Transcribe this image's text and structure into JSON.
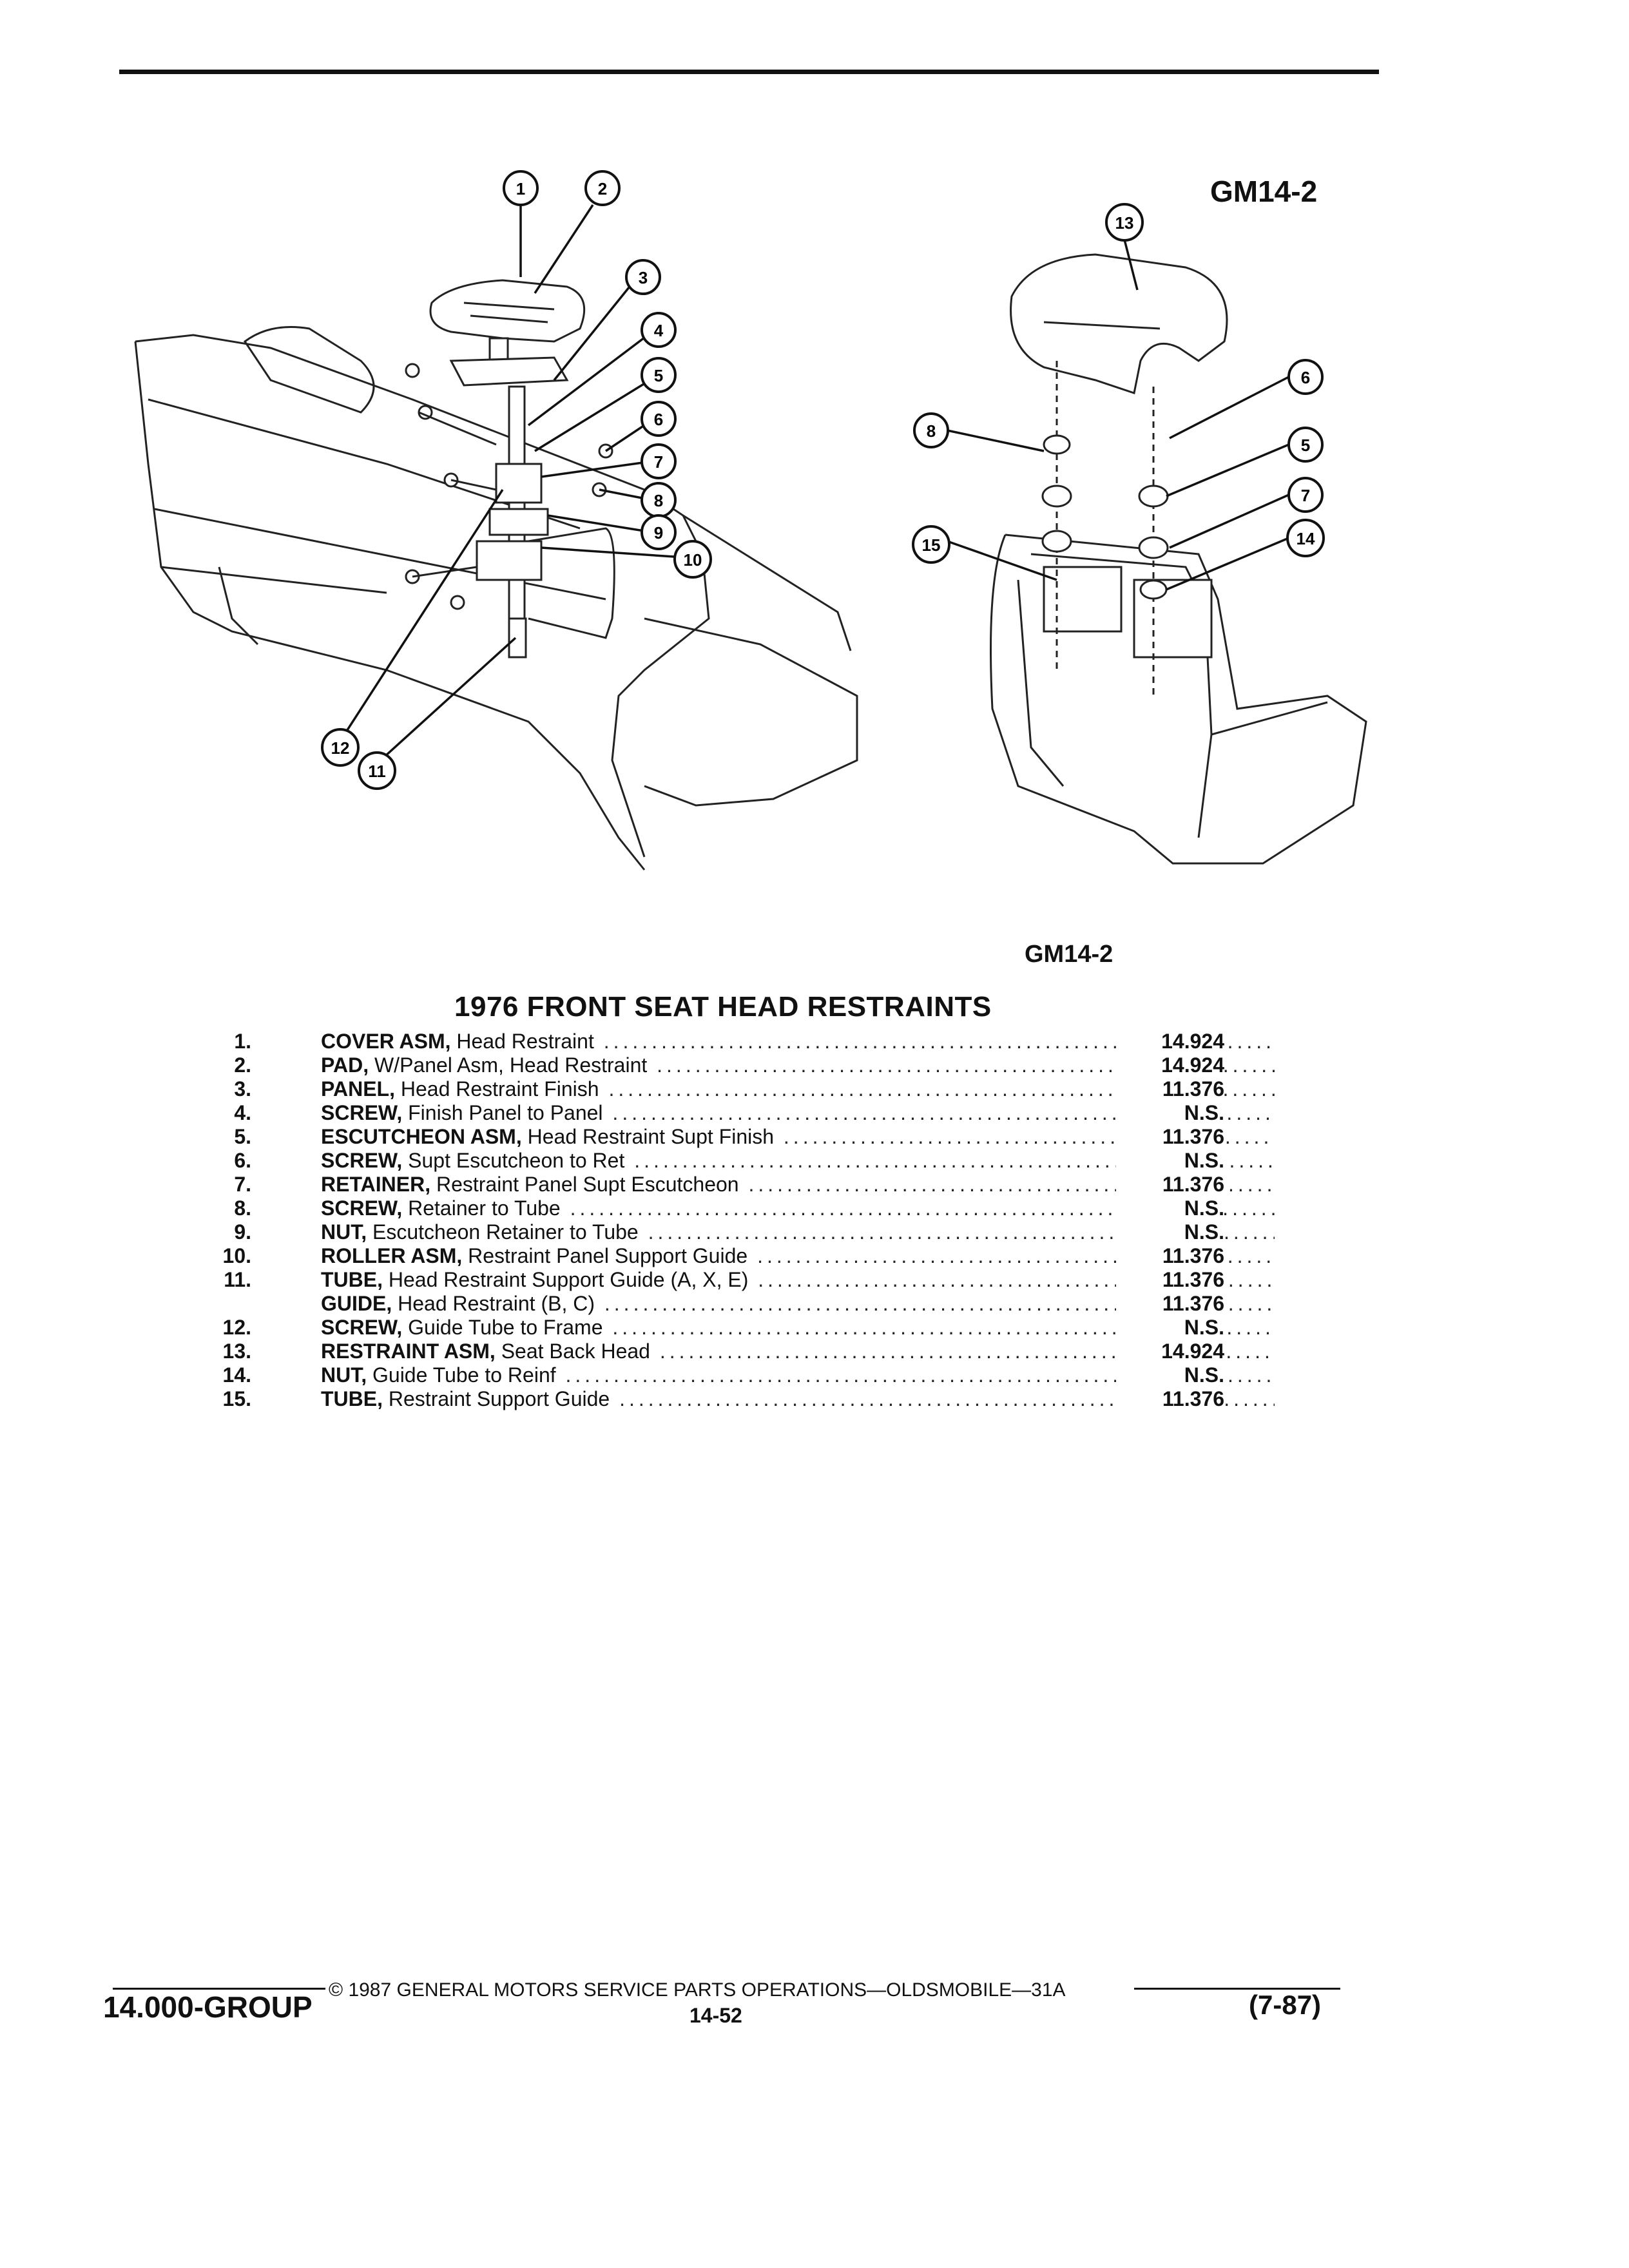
{
  "figure": {
    "code_top": "GM14-2",
    "code_mid": "GM14-2",
    "left_callouts": [
      "1",
      "2",
      "3",
      "4",
      "5",
      "6",
      "7",
      "8",
      "9",
      "10",
      "12",
      "11"
    ],
    "right_callouts": [
      "13",
      "6",
      "8",
      "5",
      "7",
      "15",
      "14"
    ]
  },
  "title": "1976 FRONT SEAT HEAD RESTRAINTS",
  "parts": [
    {
      "num": "1.",
      "name": "COVER ASM,",
      "desc": "Head Restraint",
      "price": "14.924"
    },
    {
      "num": "2.",
      "name": "PAD,",
      "desc": "W/Panel Asm, Head Restraint",
      "price": "14.924"
    },
    {
      "num": "3.",
      "name": "PANEL,",
      "desc": "Head Restraint Finish",
      "price": "11.376"
    },
    {
      "num": "4.",
      "name": "SCREW,",
      "desc": "Finish Panel to Panel",
      "price": "N.S."
    },
    {
      "num": "5.",
      "name": "ESCUTCHEON ASM,",
      "desc": "Head Restraint Supt Finish",
      "price": "11.376"
    },
    {
      "num": "6.",
      "name": "SCREW,",
      "desc": "Supt Escutcheon to Ret",
      "price": "N.S."
    },
    {
      "num": "7.",
      "name": "RETAINER,",
      "desc": "Restraint Panel Supt Escutcheon",
      "price": "11.376"
    },
    {
      "num": "8.",
      "name": "SCREW,",
      "desc": "Retainer to Tube",
      "price": "N.S."
    },
    {
      "num": "9.",
      "name": "NUT,",
      "desc": "Escutcheon Retainer to Tube",
      "price": "N.S."
    },
    {
      "num": "10.",
      "name": "ROLLER ASM,",
      "desc": "Restraint Panel Support Guide",
      "price": "11.376"
    },
    {
      "num": "11.",
      "name": "TUBE,",
      "desc": "Head Restraint Support Guide (A, X, E)",
      "price": "11.376"
    },
    {
      "num": "",
      "name": "GUIDE,",
      "desc": "Head Restraint (B, C)",
      "price": "11.376"
    },
    {
      "num": "12.",
      "name": "SCREW,",
      "desc": "Guide Tube to Frame",
      "price": "N.S."
    },
    {
      "num": "13.",
      "name": "RESTRAINT ASM,",
      "desc": "Seat Back Head",
      "price": "14.924"
    },
    {
      "num": "14.",
      "name": "NUT,",
      "desc": "Guide Tube to Reinf",
      "price": "N.S."
    },
    {
      "num": "15.",
      "name": "TUBE,",
      "desc": "Restraint Support Guide",
      "price": "11.376"
    }
  ],
  "footer": {
    "copyright": "© 1987 GENERAL MOTORS SERVICE PARTS OPERATIONS—OLDSMOBILE—31A",
    "group": "14.000-GROUP",
    "page": "14-52",
    "date": "(7-87)"
  }
}
